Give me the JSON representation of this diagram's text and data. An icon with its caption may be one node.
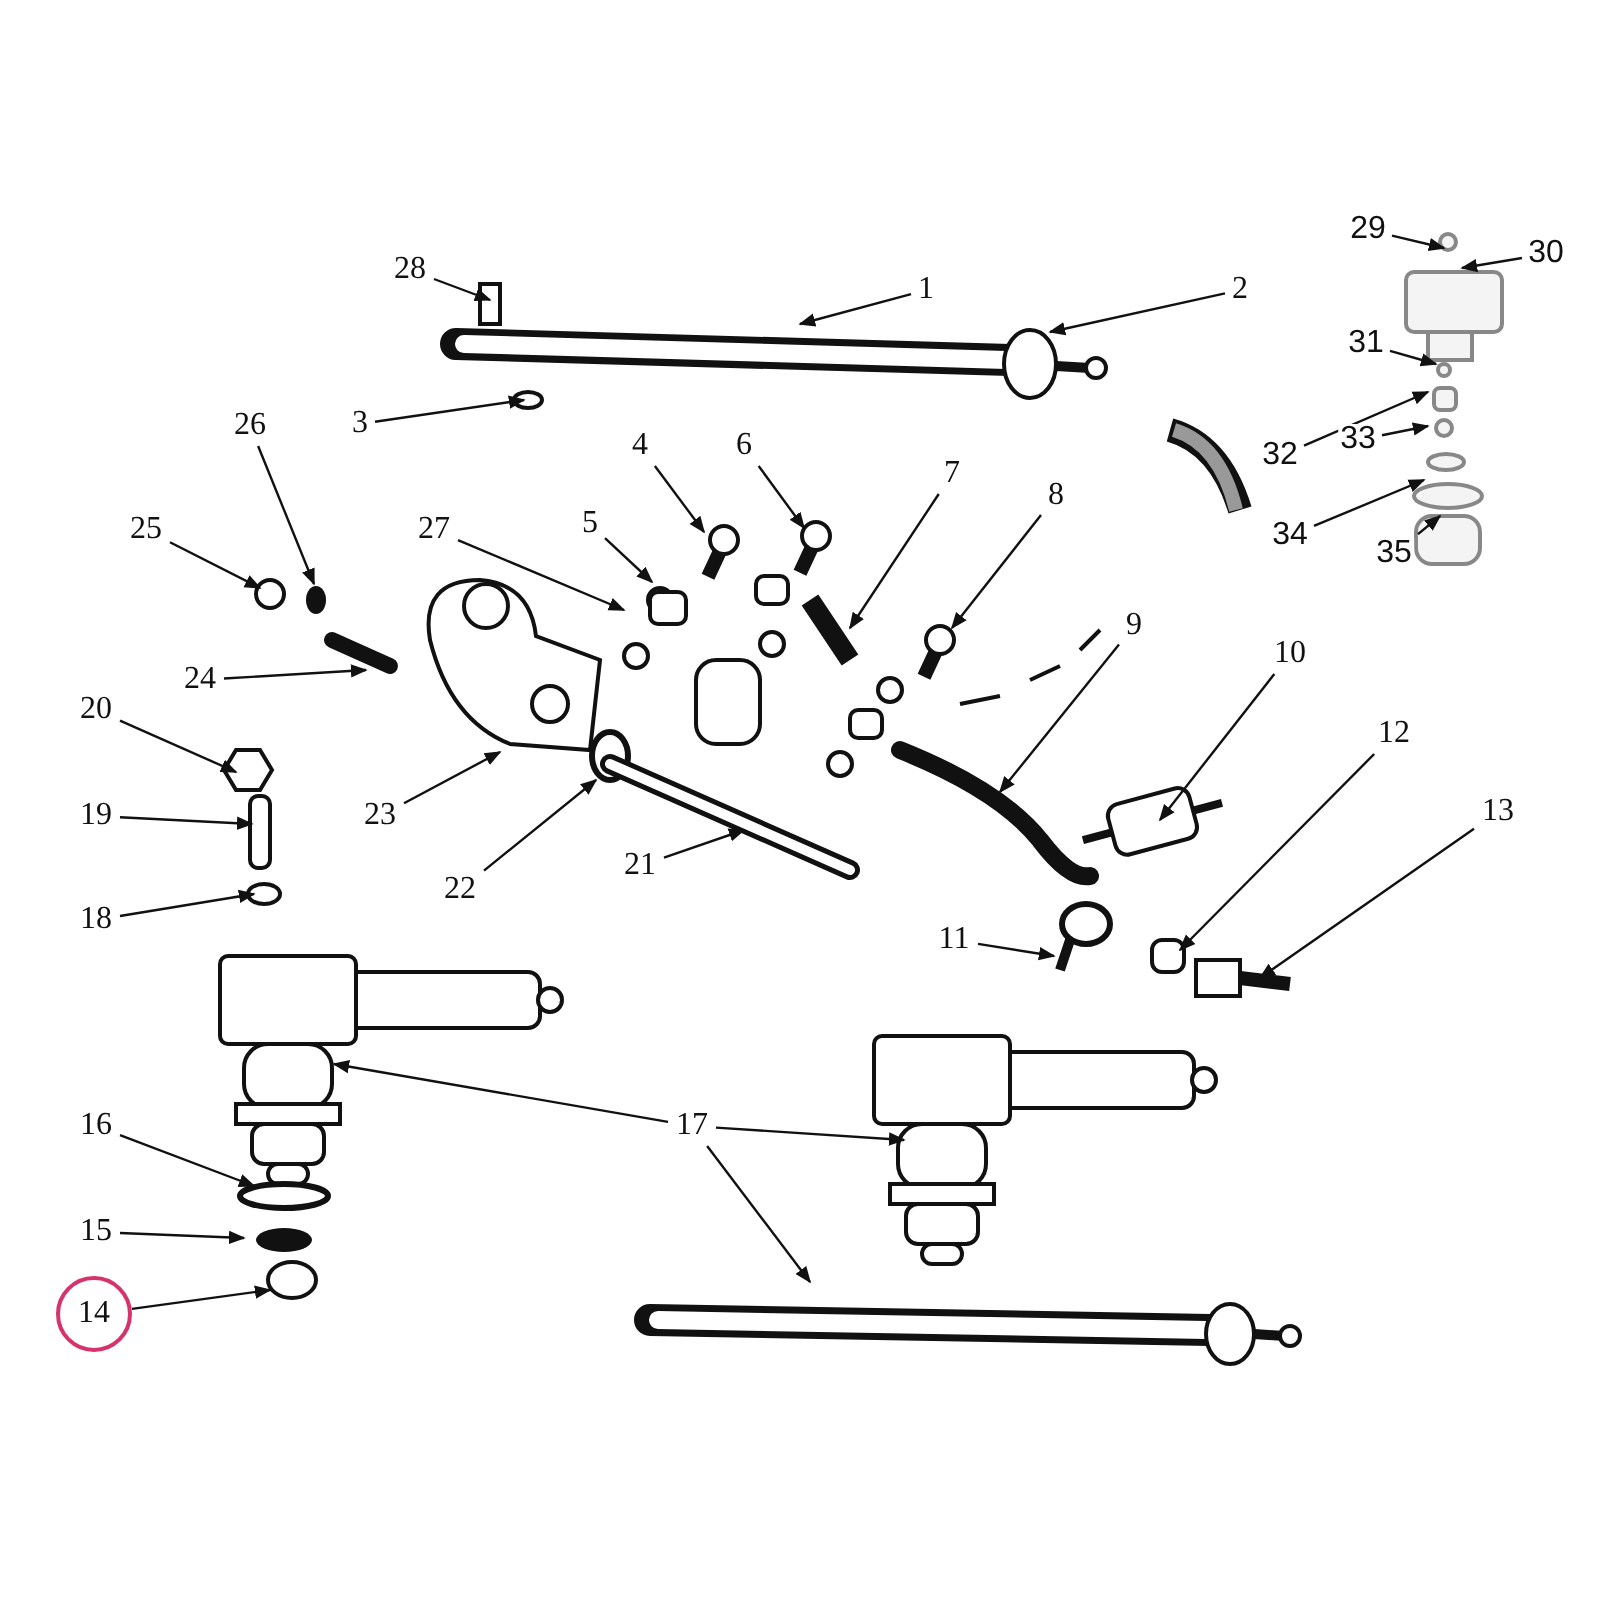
{
  "diagram": {
    "nodes": [
      {
        "text": [
          "28"
        ]
      },
      {
        "text": [
          "1"
        ]
      },
      {
        "text": [
          "2"
        ]
      },
      {
        "text": [
          "29"
        ]
      },
      {
        "text": [
          "30"
        ]
      },
      {
        "text": [
          "3"
        ]
      },
      {
        "text": [
          "26"
        ]
      },
      {
        "text": [
          "31"
        ]
      },
      {
        "text": [
          "4"
        ]
      },
      {
        "text": [
          "6"
        ]
      },
      {
        "text": [
          "7"
        ]
      },
      {
        "text": [
          "32"
        ]
      },
      {
        "text": [
          "33"
        ]
      },
      {
        "text": [
          "8"
        ]
      },
      {
        "text": [
          "27"
        ]
      },
      {
        "text": [
          "25"
        ]
      },
      {
        "text": [
          "5"
        ]
      },
      {
        "text": [
          "34"
        ]
      },
      {
        "text": [
          "35"
        ]
      },
      {
        "text": [
          "9"
        ]
      },
      {
        "text": [
          "10"
        ]
      },
      {
        "text": [
          "24"
        ]
      },
      {
        "text": [
          "20"
        ]
      },
      {
        "text": [
          "12"
        ]
      },
      {
        "text": [
          "23"
        ]
      },
      {
        "text": [
          "19"
        ]
      },
      {
        "text": [
          "13"
        ]
      },
      {
        "text": [
          "22"
        ]
      },
      {
        "text": [
          "21"
        ]
      },
      {
        "text": [
          "18"
        ]
      },
      {
        "text": [
          "11"
        ]
      },
      {
        "text": [
          "17"
        ]
      },
      {
        "text": [
          "16"
        ]
      },
      {
        "text": [
          "15"
        ]
      },
      {
        "text": [
          "14"
        ]
      }
    ],
    "edges": [
      {
        "from": 0,
        "to": null,
        "arrow": "to"
      },
      {
        "from": 1,
        "to": null,
        "arrow": "to"
      },
      {
        "from": 2,
        "to": null,
        "arrow": "to"
      },
      {
        "from": 3,
        "to": null,
        "arrow": "to"
      },
      {
        "from": 4,
        "to": null,
        "arrow": "to"
      },
      {
        "from": 5,
        "to": null,
        "arrow": "to"
      },
      {
        "from": 6,
        "to": null,
        "arrow": "to"
      },
      {
        "from": 7,
        "to": null,
        "arrow": "to"
      },
      {
        "from": 8,
        "to": null,
        "arrow": "to"
      },
      {
        "from": 9,
        "to": null,
        "arrow": "to"
      },
      {
        "from": 10,
        "to": null,
        "arrow": "to"
      },
      {
        "from": 11,
        "to": null,
        "arrow": "to"
      },
      {
        "from": 12,
        "to": null,
        "arrow": "to"
      },
      {
        "from": 13,
        "to": null,
        "arrow": "to"
      },
      {
        "from": 14,
        "to": null,
        "arrow": "to"
      },
      {
        "from": 15,
        "to": null,
        "arrow": "to"
      },
      {
        "from": 16,
        "to": null,
        "arrow": "to"
      },
      {
        "from": 17,
        "to": null,
        "arrow": "to"
      },
      {
        "from": 18,
        "to": null,
        "arrow": "to"
      },
      {
        "from": 19,
        "to": null,
        "arrow": "to"
      },
      {
        "from": 20,
        "to": null,
        "arrow": "to"
      },
      {
        "from": 21,
        "to": null,
        "arrow": "to"
      },
      {
        "from": 22,
        "to": null,
        "arrow": "to"
      },
      {
        "from": 23,
        "to": null,
        "arrow": "to"
      },
      {
        "from": 24,
        "to": null,
        "arrow": "to"
      },
      {
        "from": 25,
        "to": null,
        "arrow": "to"
      },
      {
        "from": 26,
        "to": null,
        "arrow": "to"
      },
      {
        "from": 27,
        "to": null,
        "arrow": "to"
      },
      {
        "from": 28,
        "to": null,
        "arrow": "to"
      },
      {
        "from": 29,
        "to": null,
        "arrow": "to"
      },
      {
        "from": 30,
        "to": null,
        "arrow": "to"
      },
      {
        "from": 31,
        "to": null,
        "arrow": "to"
      },
      {
        "from": 31,
        "to": null,
        "arrow": "to"
      },
      {
        "from": 31,
        "to": null,
        "arrow": "to"
      },
      {
        "from": 32,
        "to": null,
        "arrow": "to"
      },
      {
        "from": 33,
        "to": null,
        "arrow": "to"
      },
      {
        "from": 34,
        "to": null,
        "arrow": "to"
      }
    ]
  }
}
